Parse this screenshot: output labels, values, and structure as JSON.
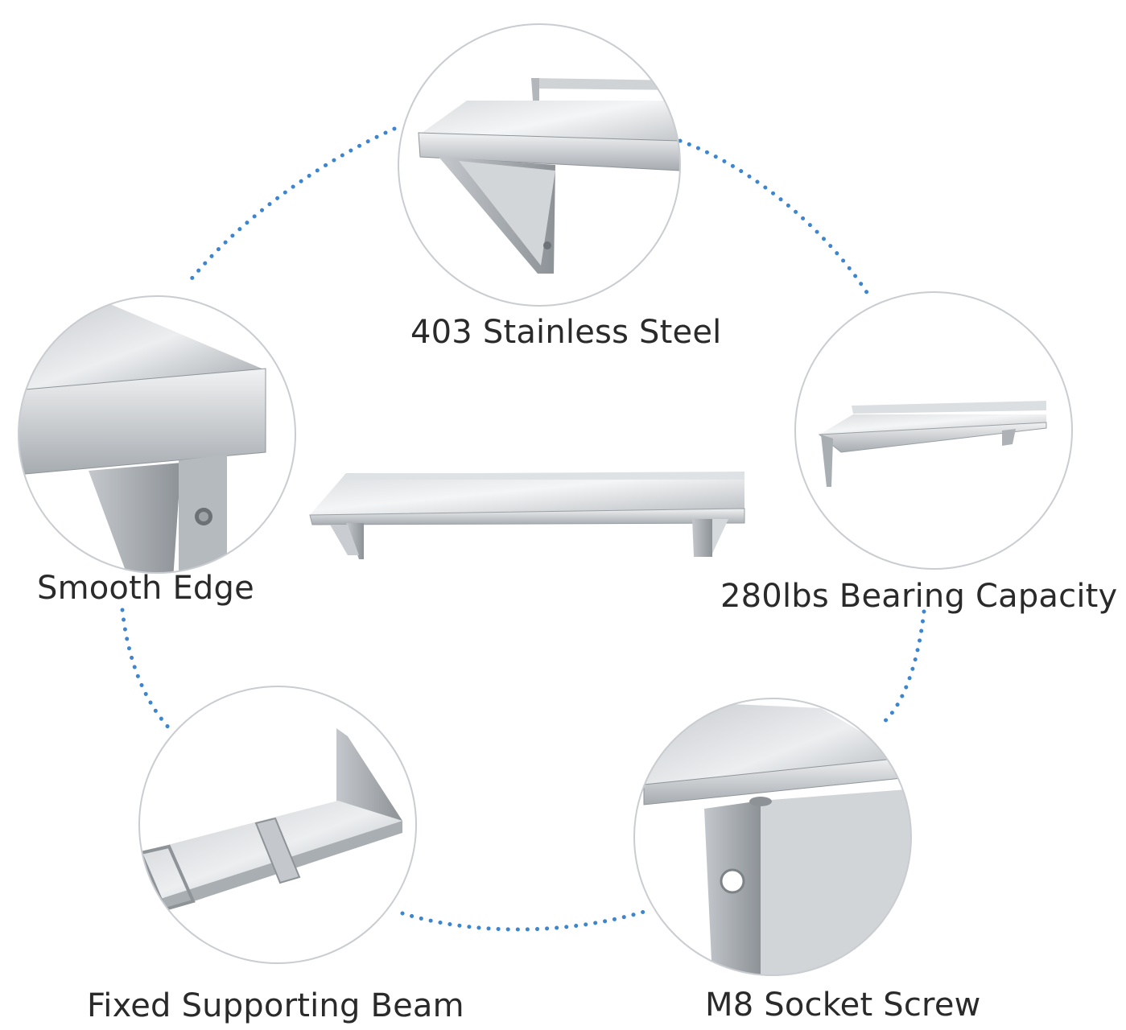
{
  "labels": {
    "stainless_steel": "403 Stainless Steel",
    "smooth_edge": "Smooth Edge",
    "bearing_capacity": "280lbs Bearing Capacity",
    "supporting_beam": "Fixed Supporting Beam",
    "socket_screw": "M8 Socket Screw"
  },
  "colors": {
    "dotted_ring": "#3d86cf",
    "steel_light": "#e6e8ea",
    "steel_mid": "#b9bdc1",
    "steel_dark": "#7d8287",
    "circle_border": "#c9ccd0",
    "label_text": "#2a2a2a"
  }
}
